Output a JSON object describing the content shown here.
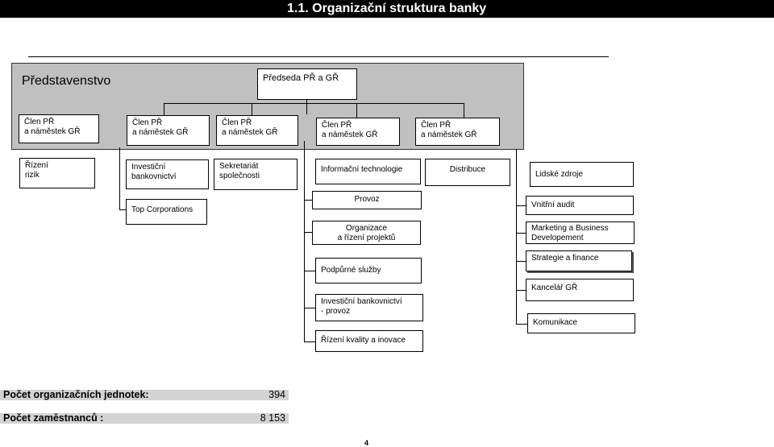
{
  "title": "1.1. Organizační struktura banky",
  "board": {
    "label": "Představenstvo",
    "chair": "Předseda PŘ a GŘ",
    "members": [
      "Člen PŘ\na náměstek GŘ",
      "Člen PŘ\na náměstek GŘ",
      "Člen PŘ\na náměstek GŘ",
      "Člen PŘ\na náměstek GŘ",
      "Člen PŘ\na náměstek GŘ"
    ]
  },
  "units": {
    "rizeni_rizik": "Řízení\nrizik",
    "investicni_bankovnictvi": "Investiční\nbankovnictví",
    "sekretariat": "Sekretariát\nspolečnosti",
    "informacni_technologie": "Informační technologie",
    "distribuce": "Distribuce",
    "lidske_zdroje": "Lidské zdroje",
    "top_corporations": "Top Corporations",
    "provoz": "Provoz",
    "organizace": "Organizace\na řízení projektů",
    "podpurne": "Podpůrné služby",
    "investicni_provoz": "Investiční bankovnictví\n- provoz",
    "rizeni_kvality": "Řízení kvality a inovace",
    "vnitrni_audit": "Vnitřní audit",
    "marketing": "Marketing a Business\nDevelopement",
    "strategie": "Strategie a finance",
    "kancelar": "Kancelář GŘ",
    "komunikace": "Komunikace"
  },
  "stats": {
    "units_label": "Počet organizačních jednotek:",
    "units_value": "394",
    "employees_label": "Počet zaměstnanců :",
    "employees_value": "8 153"
  },
  "page_number": "4"
}
